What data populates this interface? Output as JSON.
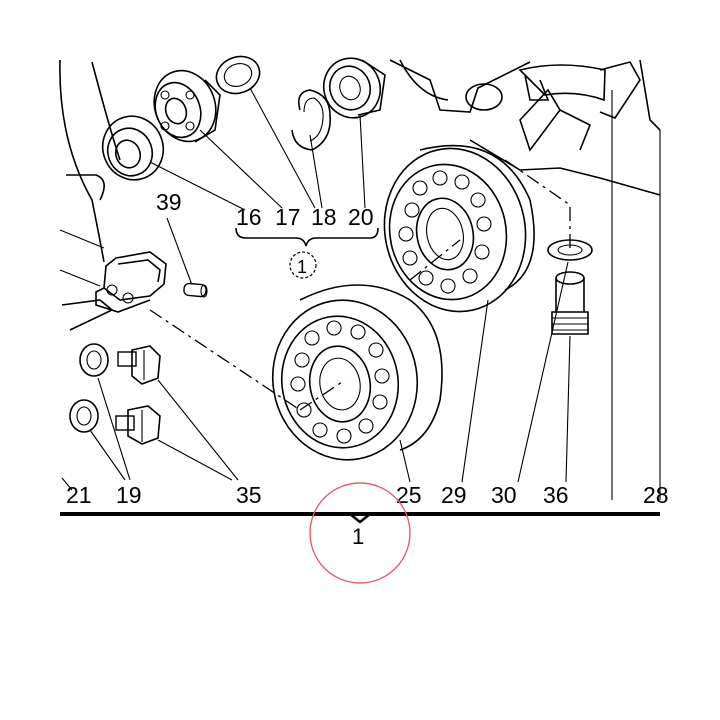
{
  "labels": {
    "p16": "16",
    "p17": "17",
    "p18": "18",
    "p20": "20",
    "p39": "39",
    "p21": "21",
    "p19": "19",
    "p35": "35",
    "p25": "25",
    "p29": "29",
    "p30": "30",
    "p36": "36",
    "p28": "28",
    "assembly": "1",
    "group_note": "1"
  },
  "highlight_color": "#e06070"
}
